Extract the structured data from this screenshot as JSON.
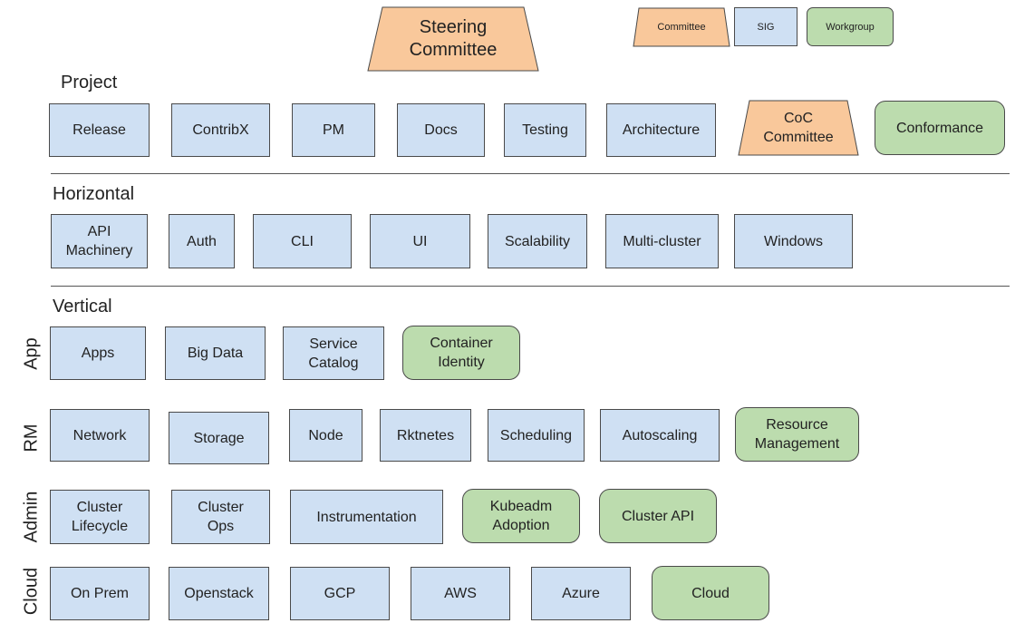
{
  "colors": {
    "sig": "#cfe0f3",
    "workgroup": "#bcdcae",
    "committee": "#f9c89b",
    "border": "#4a4a4a"
  },
  "header": {
    "steering": "Steering\nCommittee"
  },
  "legend": {
    "committee": "Committee",
    "sig": "SIG",
    "workgroup": "Workgroup"
  },
  "sections": {
    "project": "Project",
    "horizontal": "Horizontal",
    "vertical": "Vertical"
  },
  "row_labels": {
    "app": "App",
    "rm": "RM",
    "admin": "Admin",
    "cloud": "Cloud"
  },
  "project": {
    "release": "Release",
    "contribx": "ContribX",
    "pm": "PM",
    "docs": "Docs",
    "testing": "Testing",
    "architecture": "Architecture",
    "coc": "CoC\nCommittee",
    "conformance": "Conformance"
  },
  "horizontal": {
    "api_machinery": "API\nMachinery",
    "auth": "Auth",
    "cli": "CLI",
    "ui": "UI",
    "scalability": "Scalability",
    "multi_cluster": "Multi-cluster",
    "windows": "Windows"
  },
  "app": {
    "apps": "Apps",
    "big_data": "Big Data",
    "service_catalog": "Service\nCatalog",
    "container_identity": "Container\nIdentity"
  },
  "rm": {
    "network": "Network",
    "storage": "Storage",
    "node": "Node",
    "rktnetes": "Rktnetes",
    "scheduling": "Scheduling",
    "autoscaling": "Autoscaling",
    "resource_management": "Resource\nManagement"
  },
  "admin": {
    "cluster_lifecycle": "Cluster\nLifecycle",
    "cluster_ops": "Cluster\nOps",
    "instrumentation": "Instrumentation",
    "kubeadm_adoption": "Kubeadm\nAdoption",
    "cluster_api": "Cluster API"
  },
  "cloud": {
    "on_prem": "On Prem",
    "openstack": "Openstack",
    "gcp": "GCP",
    "aws": "AWS",
    "azure": "Azure",
    "cloud_wg": "Cloud"
  }
}
